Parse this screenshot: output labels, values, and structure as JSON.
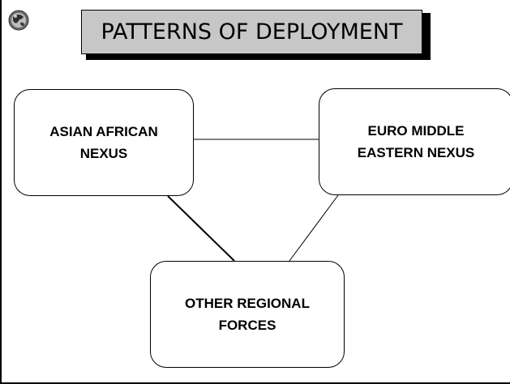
{
  "title": "PATTERNS OF DEPLOYMENT",
  "logo_icon": "globe-icon",
  "nodes": {
    "asian_african": {
      "line1": "ASIAN AFRICAN",
      "line2": "NEXUS"
    },
    "euro_middle_eastern": {
      "line1": "EURO MIDDLE",
      "line2": "EASTERN NEXUS"
    },
    "other_regional": {
      "line1": "OTHER REGIONAL",
      "line2": "FORCES"
    }
  },
  "connections": [
    {
      "from": "asian_african",
      "to": "euro_middle_eastern"
    },
    {
      "from": "asian_african",
      "to": "other_regional"
    },
    {
      "from": "euro_middle_eastern",
      "to": "other_regional"
    }
  ]
}
